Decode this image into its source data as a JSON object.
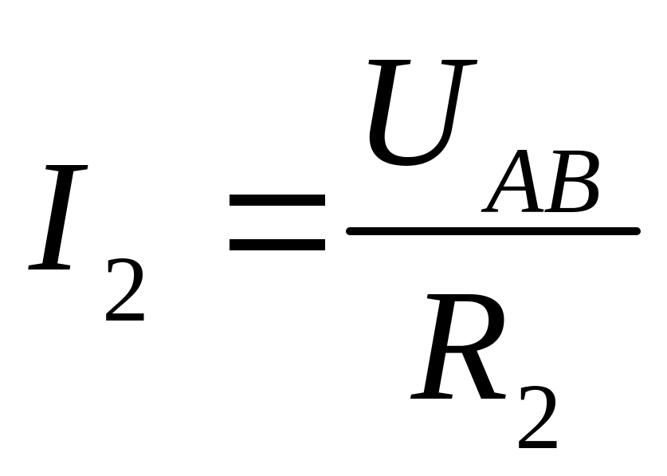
{
  "formula": {
    "lhs": {
      "variable": "I",
      "subscript": "2"
    },
    "operator": "=",
    "numerator": {
      "variable": "U",
      "subscript": "AB"
    },
    "denominator": {
      "variable": "R",
      "subscript": "2"
    }
  }
}
